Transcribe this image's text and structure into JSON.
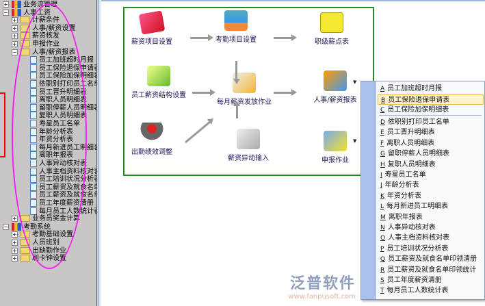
{
  "tree": {
    "root1": "业务流管理",
    "root2": "人事工资",
    "folders": [
      "计薪条件",
      "人事/薪资设置",
      "薪资核发",
      "申报作业",
      "人事/薪资报表"
    ],
    "reports": [
      "员工加班超时月报",
      "员工保险退保申请表",
      "员工保险加保明细表",
      "依职别打印员工名单",
      "员工晋升明细表",
      "离职人员明细表",
      "留职停薪人员明细表",
      "复职人员明细表",
      "寿星员工名单",
      "年龄分析表",
      "年资分析表",
      "每月新进员工明细表",
      "离职年报表",
      "人事异动核对表",
      "人事主档资料核对表",
      "员工培训状况分析表",
      "员工薪资及就食名单印",
      "员工薪资及就食名单印",
      "员工年度薪资清册",
      "每月员工人数统计表"
    ],
    "bonus": "业务员奖金计算",
    "root3": "考勤系统",
    "attendance": [
      "考勤基础设置",
      "人员班别",
      "出缺勤作业",
      "刷卡钟设置"
    ]
  },
  "flow": {
    "salary_items": "薪资项目设置",
    "attendance_items": "考勤项目设置",
    "grade_table": "职级薪点表",
    "structure": "员工薪资结构设置",
    "monthly_pay": "每月薪资发放作业",
    "reports": "人事/薪资报表",
    "performance": "出勤绩效调整",
    "change_input": "薪资异动输入",
    "declare": "申报作业"
  },
  "menu": {
    "items": [
      {
        "key": "A",
        "label": "员工加班超时月报"
      },
      {
        "key": "B",
        "label": "员工保险退保申请表"
      },
      {
        "key": "C",
        "label": "员工保险加保明细表"
      },
      {
        "key": "D",
        "label": "依职别打印员工名单"
      },
      {
        "key": "E",
        "label": "员工晋升明细表"
      },
      {
        "key": "F",
        "label": "离职人员明细表"
      },
      {
        "key": "G",
        "label": "留职停薪人员明细表"
      },
      {
        "key": "H",
        "label": "复职人员明细表"
      },
      {
        "key": "I",
        "label": "寿星员工名单"
      },
      {
        "key": "J",
        "label": "年龄分析表"
      },
      {
        "key": "K",
        "label": "年资分析表"
      },
      {
        "key": "L",
        "label": "每月新进员工明细表"
      },
      {
        "key": "M",
        "label": "离职年报表"
      },
      {
        "key": "N",
        "label": "人事异动核对表"
      },
      {
        "key": "O",
        "label": "人事主档资料核对表"
      },
      {
        "key": "P",
        "label": "员工培训状况分析表"
      },
      {
        "key": "Q",
        "label": "员工薪资及就食名单印领清册"
      },
      {
        "key": "R",
        "label": "员工薪资及就食名单印领统计"
      },
      {
        "key": "S",
        "label": "员工年度薪资清册"
      },
      {
        "key": "T",
        "label": "每月员工人数统计表"
      }
    ]
  },
  "watermark": {
    "brand": "泛普软件",
    "url": "www.fanpusoft.com"
  }
}
